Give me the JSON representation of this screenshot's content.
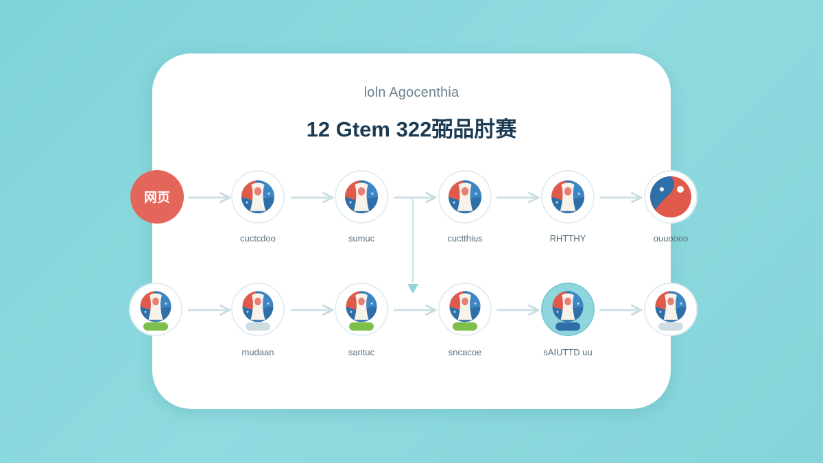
{
  "header": {
    "subtitle": "loln Agocenthia",
    "title": "12 Gtem 322弼品肘赛"
  },
  "colors": {
    "background": "#84d4d9",
    "card": "#ffffff",
    "start_node": "#e4655a",
    "connector": "#cde0e6",
    "emblem_blue": "#2f6fa8",
    "emblem_red": "#e05a4c",
    "emblem_green": "#7cc04b",
    "highlight": "#8fd6dc"
  },
  "diagram": {
    "start_node": {
      "label": "网页"
    },
    "row1": [
      {
        "label": "cuctcdoo",
        "icon": "trophy-emblem-icon"
      },
      {
        "label": "sumuc",
        "icon": "trophy-emblem-icon"
      },
      {
        "label": "cuctthius",
        "icon": "trophy-emblem-icon"
      },
      {
        "label": "RHTTHY",
        "icon": "trophy-emblem-icon"
      },
      {
        "label": "ouuoooo",
        "icon": "split-emblem-icon"
      }
    ],
    "row2": [
      {
        "label": "",
        "icon": "trophy-emblem-icon",
        "base": "green"
      },
      {
        "label": "mudaan",
        "icon": "trophy-emblem-icon",
        "base": "grey"
      },
      {
        "label": "santuc",
        "icon": "trophy-emblem-icon",
        "base": "green"
      },
      {
        "label": "sncacoe",
        "icon": "trophy-emblem-icon",
        "base": "green"
      },
      {
        "label": "sAIUTTD uu",
        "icon": "trophy-emblem-icon",
        "base": "blue",
        "highlight": true
      },
      {
        "label": "",
        "icon": "trophy-emblem-icon",
        "base": "grey"
      }
    ]
  }
}
